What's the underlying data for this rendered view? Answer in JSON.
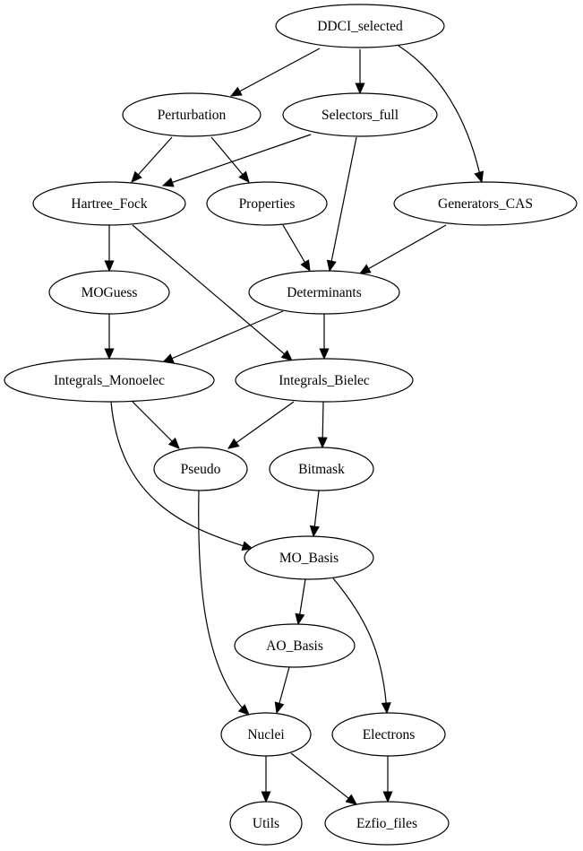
{
  "colors": {
    "root_label": "#ff0000",
    "default_label": "#000000",
    "stroke": "#000000",
    "background": "#ffffff"
  },
  "nodes": {
    "ddci_selected": {
      "label": "DDCI_selected",
      "is_root": true
    },
    "perturbation": {
      "label": "Perturbation"
    },
    "selectors_full": {
      "label": "Selectors_full"
    },
    "hartree_fock": {
      "label": "Hartree_Fock"
    },
    "properties": {
      "label": "Properties"
    },
    "generators_cas": {
      "label": "Generators_CAS"
    },
    "moguess": {
      "label": "MOGuess"
    },
    "determinants": {
      "label": "Determinants"
    },
    "integrals_monoelec": {
      "label": "Integrals_Monoelec"
    },
    "integrals_bielec": {
      "label": "Integrals_Bielec"
    },
    "pseudo": {
      "label": "Pseudo"
    },
    "bitmask": {
      "label": "Bitmask"
    },
    "mo_basis": {
      "label": "MO_Basis"
    },
    "ao_basis": {
      "label": "AO_Basis"
    },
    "nuclei": {
      "label": "Nuclei"
    },
    "electrons": {
      "label": "Electrons"
    },
    "utils": {
      "label": "Utils"
    },
    "ezfio_files": {
      "label": "Ezfio_files"
    }
  },
  "edges": [
    {
      "from": "ddci_selected",
      "to": "perturbation"
    },
    {
      "from": "ddci_selected",
      "to": "selectors_full"
    },
    {
      "from": "ddci_selected",
      "to": "generators_cas"
    },
    {
      "from": "perturbation",
      "to": "hartree_fock"
    },
    {
      "from": "perturbation",
      "to": "properties"
    },
    {
      "from": "selectors_full",
      "to": "hartree_fock"
    },
    {
      "from": "selectors_full",
      "to": "determinants"
    },
    {
      "from": "properties",
      "to": "determinants"
    },
    {
      "from": "generators_cas",
      "to": "determinants"
    },
    {
      "from": "hartree_fock",
      "to": "moguess"
    },
    {
      "from": "hartree_fock",
      "to": "integrals_bielec"
    },
    {
      "from": "moguess",
      "to": "integrals_monoelec"
    },
    {
      "from": "determinants",
      "to": "integrals_monoelec"
    },
    {
      "from": "determinants",
      "to": "integrals_bielec"
    },
    {
      "from": "integrals_monoelec",
      "to": "pseudo"
    },
    {
      "from": "integrals_monoelec",
      "to": "mo_basis"
    },
    {
      "from": "integrals_bielec",
      "to": "pseudo"
    },
    {
      "from": "integrals_bielec",
      "to": "bitmask"
    },
    {
      "from": "bitmask",
      "to": "mo_basis"
    },
    {
      "from": "mo_basis",
      "to": "ao_basis"
    },
    {
      "from": "mo_basis",
      "to": "electrons"
    },
    {
      "from": "pseudo",
      "to": "nuclei"
    },
    {
      "from": "ao_basis",
      "to": "nuclei"
    },
    {
      "from": "nuclei",
      "to": "utils"
    },
    {
      "from": "nuclei",
      "to": "ezfio_files"
    },
    {
      "from": "electrons",
      "to": "ezfio_files"
    }
  ]
}
